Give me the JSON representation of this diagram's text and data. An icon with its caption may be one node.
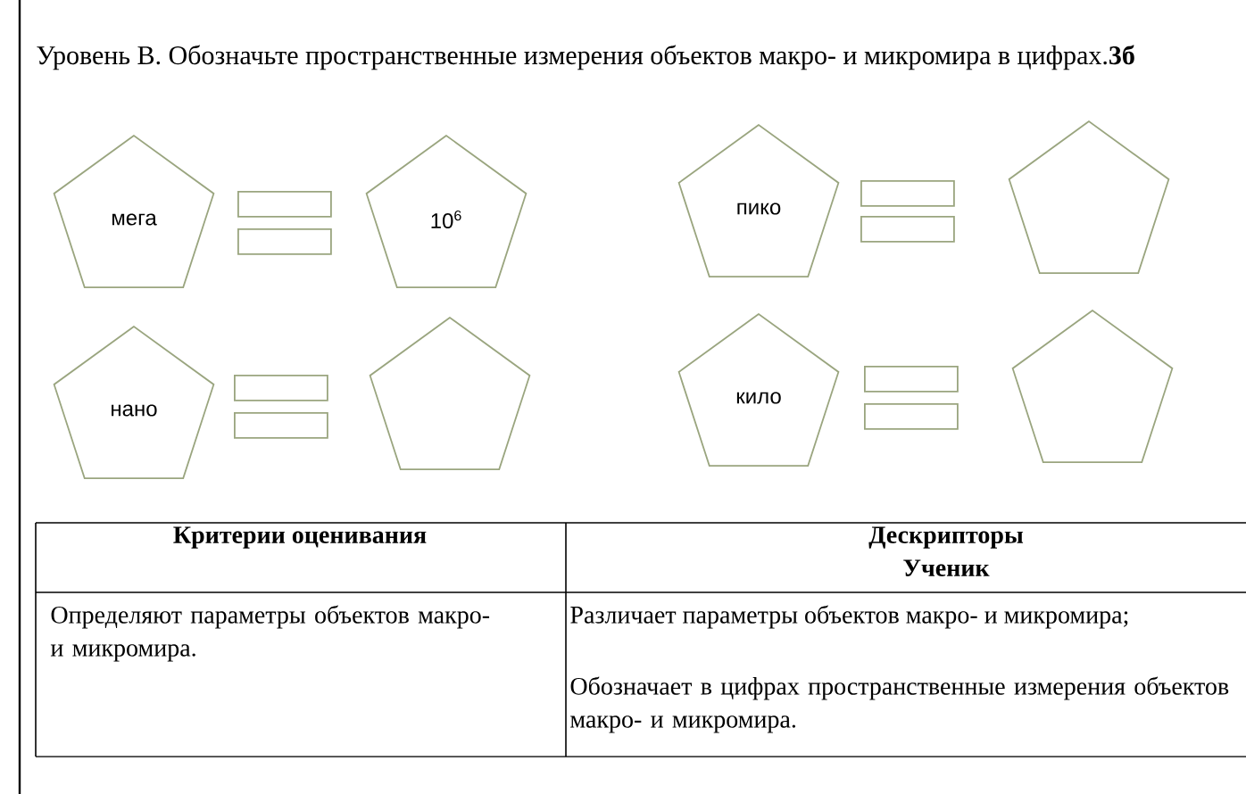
{
  "diagram": {
    "title": "Уровень В. Обозначьте пространственные измерения объектов макро- и микромира в цифрах.**3б**",
    "nodes": [
      {
        "text": [
          "мега"
        ]
      },
      {
        "text": [],
        "shape": "box"
      },
      {
        "text": [],
        "shape": "box"
      },
      {
        "text": [
          "10$^{6}$"
        ]
      },
      {
        "text": [
          "пико"
        ]
      },
      {
        "text": [],
        "shape": "box"
      },
      {
        "text": [],
        "shape": "box"
      },
      {
        "text": [],
        "shape": "pentagon"
      },
      {
        "text": [
          "нано"
        ]
      },
      {
        "text": [],
        "shape": "box"
      },
      {
        "text": [],
        "shape": "box"
      },
      {
        "text": [],
        "shape": "pentagon"
      },
      {
        "text": [
          "кило"
        ]
      },
      {
        "text": [],
        "shape": "box"
      },
      {
        "text": [],
        "shape": "box"
      },
      {
        "text": [],
        "shape": "pentagon"
      }
    ],
    "labels": [
      "Критерии оценивания",
      "Дескрипторы Ученик",
      "Определяют параметры объектов макро- и микромира.",
      "Различает параметры объектов макро- и микромира;",
      "Обозначает в цифрах пространственные измерения объектов макро- и микромира."
    ]
  }
}
